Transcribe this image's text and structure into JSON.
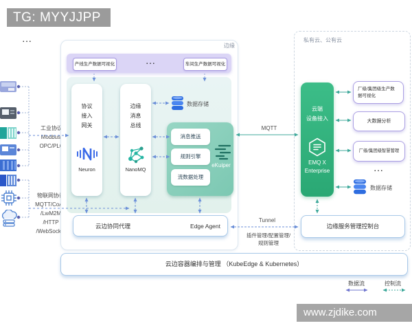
{
  "header": {
    "badge": "TG: MYYJJPP"
  },
  "watermark": "www.zjdike.com",
  "left": {
    "ellipsis": "...",
    "industrial_label": {
      "l0": "工业协议",
      "l1": "Modbus/",
      "l2": "OPC/PLC"
    },
    "iot_label": {
      "l0": "物联网协议",
      "l1": "MQTT/CoAP",
      "l2": "/LwM2M",
      "l3": "/HTTP",
      "l4": "/WebSocket"
    }
  },
  "edge": {
    "label": "边缘",
    "banner": {
      "item1": "产线生产数据可视化",
      "ellipsis": "...",
      "item2": "车间生产数据可视化"
    },
    "neuron": {
      "l0": "协议",
      "l1": "接入",
      "l2": "网关",
      "name": "Neuron"
    },
    "nanomq": {
      "l0": "边缘",
      "l1": "消息",
      "l2": "总线",
      "name": "NanoMQ"
    },
    "storage": "数据存储",
    "ekuiper": {
      "item1": "消息推送",
      "item2": "规则引擎",
      "item3": "流数据处理",
      "name": "eKuiper"
    },
    "agent": {
      "cn": "云边协同代理",
      "en": "Edge Agent"
    }
  },
  "cloud": {
    "label": "私有云、公有云",
    "emqx": {
      "l0": "云端",
      "l1": "设备接入",
      "n0": "EMQ X",
      "n1": "Enterprise"
    },
    "app1": "厂级/集团级生产数据可视化",
    "app2": "大数据分析",
    "app3": "厂级/集团级智慧管理",
    "ellipsis": "...",
    "storage": "数据存储",
    "console": "边缘服务管理控制台"
  },
  "connections": {
    "mqtt": "MQTT",
    "tunnel": "Tunnel",
    "tunnel_desc1": "插件管理/配置管理/",
    "tunnel_desc2": "规则管理"
  },
  "kube": "云边容器编排与管理 （KubeEdge & Kubernetes）",
  "legend": {
    "data_flow": "数据流",
    "control_flow": "控制流"
  },
  "colors": {
    "emq_green": "#2fb27c",
    "ekuiper_green": "#8ad0bc",
    "purple_border": "#a79ae0",
    "arrow_blue": "#6b8fd8",
    "arrow_teal": "#3fa99b",
    "arrow_purple": "#7177cf",
    "db_blue": "#2e6de0",
    "badge_gray": "#9b9b9b"
  }
}
